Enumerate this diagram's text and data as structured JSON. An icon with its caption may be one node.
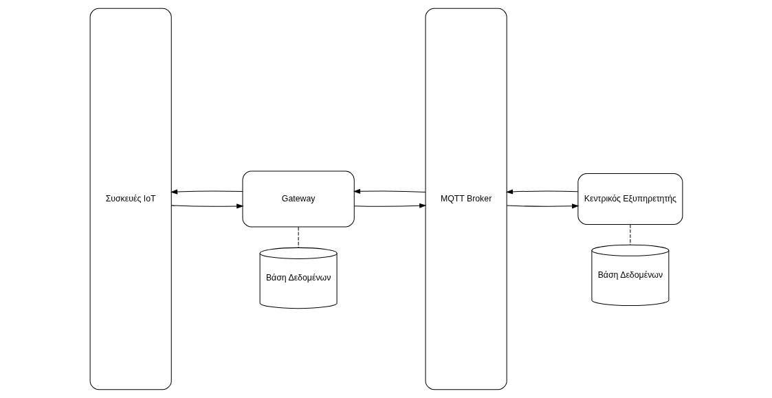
{
  "diagram": {
    "nodes": [
      {
        "text": [
          "Συσκευές IoT"
        ]
      },
      {
        "text": [
          "Gateway"
        ]
      },
      {
        "text": [
          "Βάση Δεδομένων"
        ]
      },
      {
        "text": [
          "MQTT Broker"
        ]
      },
      {
        "text": [
          "Κεντρικός Εξυπηρετητής"
        ]
      },
      {
        "text": [
          "Βάση Δεδομένων"
        ]
      }
    ],
    "edges": [
      {
        "from": 0,
        "to": 1,
        "arrow": "to"
      },
      {
        "from": 1,
        "to": 0,
        "arrow": "to"
      },
      {
        "from": 3,
        "to": 1,
        "arrow": "to"
      },
      {
        "from": 1,
        "to": 3,
        "arrow": "to"
      },
      {
        "from": 4,
        "to": 3,
        "arrow": "to"
      },
      {
        "from": 3,
        "to": 4,
        "arrow": "to"
      },
      {
        "from": 1,
        "to": 2,
        "arrow": "none",
        "style": "dashed"
      },
      {
        "from": 4,
        "to": 5,
        "arrow": "none",
        "style": "dashed"
      }
    ]
  }
}
